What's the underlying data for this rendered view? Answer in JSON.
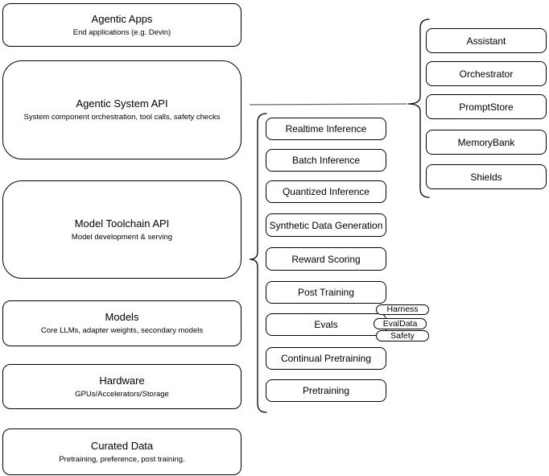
{
  "stack": {
    "layers": [
      {
        "title": "Agentic Apps",
        "subtitle": "End applications (e.g. Devin)"
      },
      {
        "title": "Agentic System API",
        "subtitle": "System component orchestration, tool calls, safety checks"
      },
      {
        "title": "Model Toolchain API",
        "subtitle": "Model development & serving"
      },
      {
        "title": "Models",
        "subtitle": "Core LLMs, adapter weights, secondary models"
      },
      {
        "title": "Hardware",
        "subtitle": "GPUs/Accelerators/Storage"
      },
      {
        "title": "Curated Data",
        "subtitle": "Pretraining, preference, post training."
      }
    ]
  },
  "toolchain": {
    "capabilities": [
      "Realtime Inference",
      "Batch Inference",
      "Quantized Inference",
      "Synthetic Data Generation",
      "Reward Scoring",
      "Post Training",
      "Evals",
      "Continual Pretraining",
      "Pretraining"
    ],
    "evals_tags": [
      "Harness",
      "EvalData",
      "Safety"
    ]
  },
  "agentic_system": {
    "components": [
      "Assistant",
      "Orchestrator",
      "PromptStore",
      "MemoryBank",
      "Shields"
    ]
  },
  "colors": {
    "node_border": "#000000",
    "node_fill": "#ffffff",
    "connector": "#666666",
    "text": "#000000"
  }
}
